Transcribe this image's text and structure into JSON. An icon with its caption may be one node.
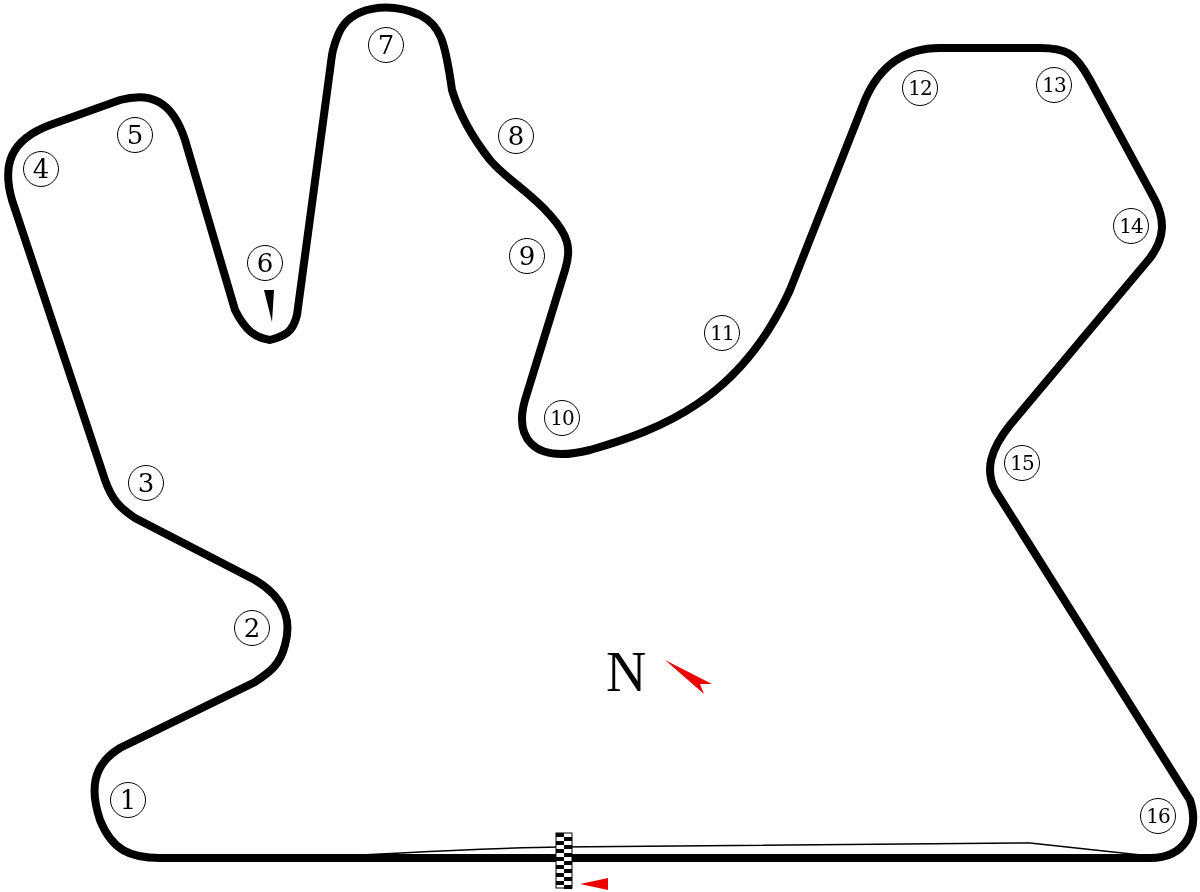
{
  "diagram": {
    "nodes": [
      {
        "text": [
          "1"
        ]
      },
      {
        "text": [
          "2"
        ]
      },
      {
        "text": [
          "3"
        ]
      },
      {
        "text": [
          "4"
        ]
      },
      {
        "text": [
          "5"
        ]
      },
      {
        "text": [
          "6"
        ]
      },
      {
        "text": [
          "7"
        ]
      },
      {
        "text": [
          "8"
        ]
      },
      {
        "text": [
          "9"
        ]
      },
      {
        "text": [
          "10"
        ]
      },
      {
        "text": [
          "11"
        ]
      },
      {
        "text": [
          "12"
        ]
      },
      {
        "text": [
          "13"
        ]
      },
      {
        "text": [
          "14"
        ]
      },
      {
        "text": [
          "15"
        ]
      },
      {
        "text": [
          "16"
        ]
      }
    ],
    "labels": [
      "N"
    ]
  }
}
